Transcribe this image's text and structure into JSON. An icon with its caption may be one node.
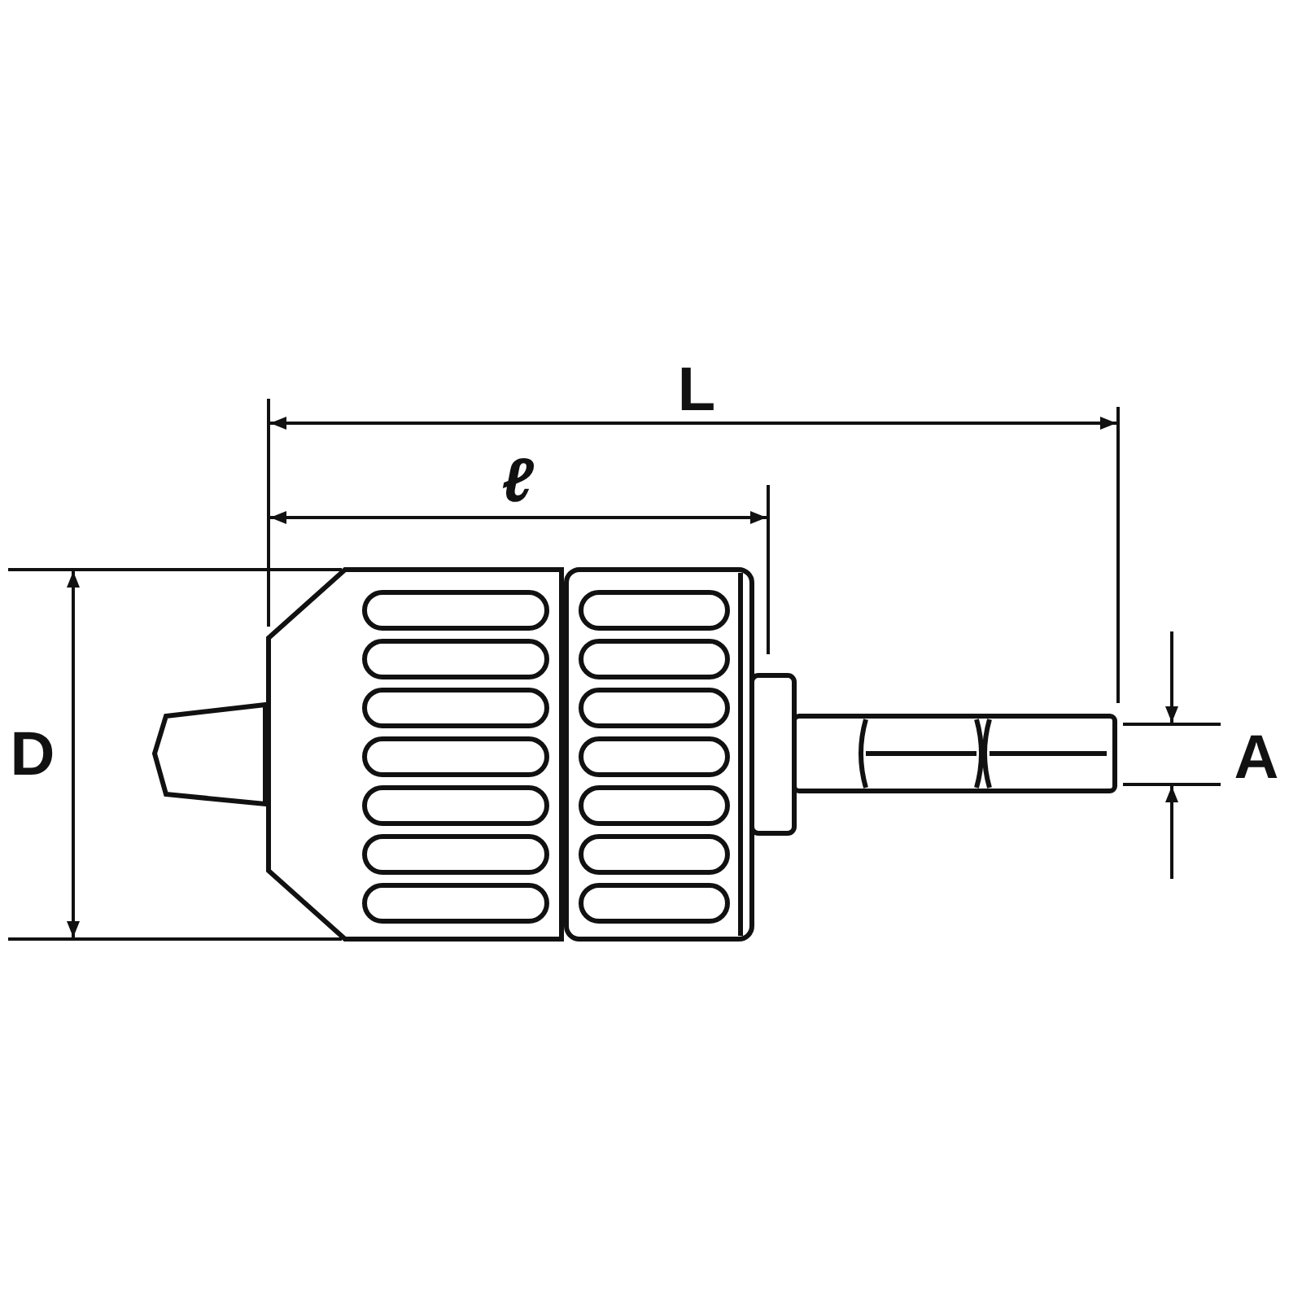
{
  "diagram": {
    "labels": [
      "L",
      "ℓ",
      "D",
      "A"
    ]
  }
}
